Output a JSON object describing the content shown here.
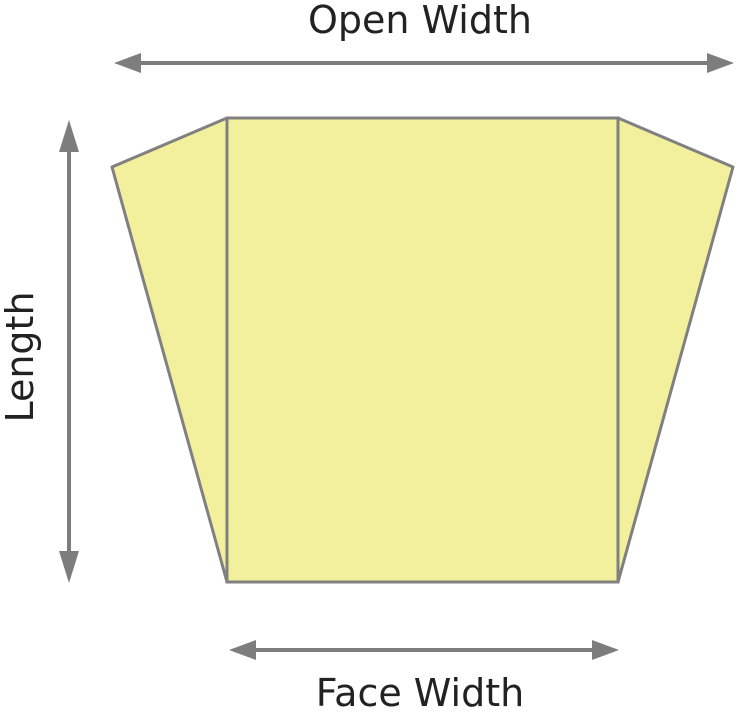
{
  "labels": {
    "open_width": "Open Width",
    "length": "Length",
    "face_width": "Face Width"
  },
  "colors": {
    "panel_fill": "#f3f09d",
    "outline": "#808080",
    "arrow": "#7d7d7d",
    "text": "#222222",
    "background": "#ffffff"
  }
}
